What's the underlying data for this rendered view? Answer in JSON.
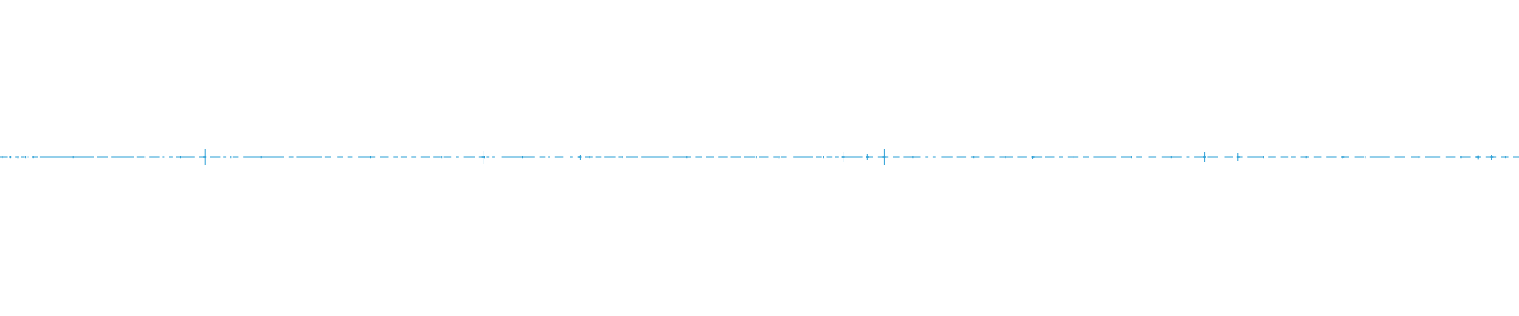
{
  "colors": {
    "background": "#ffffff",
    "signal": "#2a9fd6"
  },
  "chart_data": {
    "type": "line",
    "title": "",
    "xlabel": "",
    "ylabel": "",
    "axes_visible": false,
    "grid": false,
    "legend": "none",
    "baseline": 0,
    "ylim": [
      -1,
      1
    ],
    "xlim": [
      0,
      1
    ],
    "series": [
      {
        "name": "",
        "description_of_shape": "",
        "segments": [
          [
            0.0,
            0.005
          ],
          [
            0.006,
            0.0075
          ],
          [
            0.01,
            0.0115
          ],
          [
            0.014,
            0.016
          ],
          [
            0.018,
            0.019
          ],
          [
            0.021,
            0.025
          ],
          [
            0.026,
            0.062
          ],
          [
            0.064,
            0.071
          ],
          [
            0.073,
            0.088
          ],
          [
            0.09,
            0.095
          ],
          [
            0.098,
            0.105
          ],
          [
            0.107,
            0.108
          ],
          [
            0.111,
            0.114
          ],
          [
            0.116,
            0.128
          ],
          [
            0.131,
            0.135
          ],
          [
            0.138,
            0.145
          ],
          [
            0.147,
            0.149
          ],
          [
            0.153,
            0.157
          ],
          [
            0.16,
            0.187
          ],
          [
            0.19,
            0.193
          ],
          [
            0.195,
            0.212
          ],
          [
            0.214,
            0.218
          ],
          [
            0.222,
            0.226
          ],
          [
            0.229,
            0.232
          ],
          [
            0.236,
            0.247
          ],
          [
            0.25,
            0.256
          ],
          [
            0.259,
            0.262
          ],
          [
            0.264,
            0.268
          ],
          [
            0.271,
            0.274
          ],
          [
            0.277,
            0.283
          ],
          [
            0.285,
            0.29
          ],
          [
            0.292,
            0.297
          ],
          [
            0.3,
            0.302
          ],
          [
            0.305,
            0.313
          ],
          [
            0.315,
            0.318
          ],
          [
            0.32,
            0.322
          ],
          [
            0.324,
            0.326
          ],
          [
            0.33,
            0.352
          ],
          [
            0.355,
            0.359
          ],
          [
            0.361,
            0.362
          ],
          [
            0.365,
            0.371
          ],
          [
            0.375,
            0.377
          ],
          [
            0.38,
            0.382
          ],
          [
            0.385,
            0.39
          ],
          [
            0.392,
            0.396
          ],
          [
            0.398,
            0.405
          ],
          [
            0.407,
            0.41
          ],
          [
            0.412,
            0.42
          ],
          [
            0.422,
            0.44
          ],
          [
            0.443,
            0.455
          ],
          [
            0.458,
            0.462
          ],
          [
            0.465,
            0.47
          ],
          [
            0.473,
            0.479
          ],
          [
            0.481,
            0.488
          ],
          [
            0.49,
            0.497
          ],
          [
            0.5,
            0.506
          ],
          [
            0.509,
            0.512
          ],
          [
            0.514,
            0.518
          ],
          [
            0.522,
            0.535
          ],
          [
            0.537,
            0.541
          ],
          [
            0.544,
            0.548
          ],
          [
            0.55,
            0.552
          ],
          [
            0.555,
            0.568
          ],
          [
            0.571,
            0.575
          ],
          [
            0.578,
            0.585
          ],
          [
            0.588,
            0.592
          ],
          [
            0.595,
            0.606
          ],
          [
            0.609,
            0.611
          ],
          [
            0.614,
            0.616
          ],
          [
            0.62,
            0.627
          ],
          [
            0.63,
            0.636
          ],
          [
            0.639,
            0.645
          ],
          [
            0.648,
            0.655
          ],
          [
            0.658,
            0.667
          ],
          [
            0.67,
            0.676
          ],
          [
            0.679,
            0.686
          ],
          [
            0.688,
            0.694
          ],
          [
            0.697,
            0.7
          ],
          [
            0.703,
            0.71
          ],
          [
            0.713,
            0.717
          ],
          [
            0.72,
            0.735
          ],
          [
            0.738,
            0.745
          ],
          [
            0.748,
            0.752
          ],
          [
            0.756,
            0.761
          ],
          [
            0.765,
            0.778
          ],
          [
            0.781,
            0.783
          ],
          [
            0.786,
            0.792
          ],
          [
            0.795,
            0.802
          ],
          [
            0.806,
            0.812
          ],
          [
            0.815,
            0.818
          ],
          [
            0.821,
            0.832
          ],
          [
            0.835,
            0.84
          ],
          [
            0.843,
            0.848
          ],
          [
            0.85,
            0.853
          ],
          [
            0.856,
            0.862
          ],
          [
            0.865,
            0.87
          ],
          [
            0.873,
            0.88
          ],
          [
            0.883,
            0.888
          ],
          [
            0.892,
            0.898
          ],
          [
            0.902,
            0.915
          ],
          [
            0.918,
            0.925
          ],
          [
            0.929,
            0.935
          ],
          [
            0.938,
            0.948
          ],
          [
            0.952,
            0.958
          ],
          [
            0.961,
            0.968
          ],
          [
            0.971,
            0.975
          ],
          [
            0.978,
            0.985
          ],
          [
            0.988,
            0.993
          ],
          [
            0.996,
            1.0
          ]
        ],
        "spikes": [
          {
            "x": 0.135,
            "amplitude": 0.05
          },
          {
            "x": 0.318,
            "amplitude": 0.04
          },
          {
            "x": 0.382,
            "amplitude": 0.015
          },
          {
            "x": 0.555,
            "amplitude": 0.03
          },
          {
            "x": 0.571,
            "amplitude": 0.02
          },
          {
            "x": 0.582,
            "amplitude": 0.05
          },
          {
            "x": 0.68,
            "amplitude": 0.01
          },
          {
            "x": 0.793,
            "amplitude": 0.03
          },
          {
            "x": 0.815,
            "amplitude": 0.025
          },
          {
            "x": 0.884,
            "amplitude": 0.01
          },
          {
            "x": 0.973,
            "amplitude": 0.012
          },
          {
            "x": 0.982,
            "amplitude": 0.015
          }
        ],
        "small_ticks": [
          0.0015,
          0.007,
          0.012,
          0.017,
          0.022,
          0.048,
          0.096,
          0.119,
          0.152,
          0.172,
          0.244,
          0.291,
          0.319,
          0.344,
          0.388,
          0.41,
          0.452,
          0.498,
          0.513,
          0.542,
          0.601,
          0.641,
          0.662,
          0.707,
          0.745,
          0.771,
          0.832,
          0.86,
          0.899,
          0.934,
          0.962,
          0.991
        ]
      }
    ]
  }
}
